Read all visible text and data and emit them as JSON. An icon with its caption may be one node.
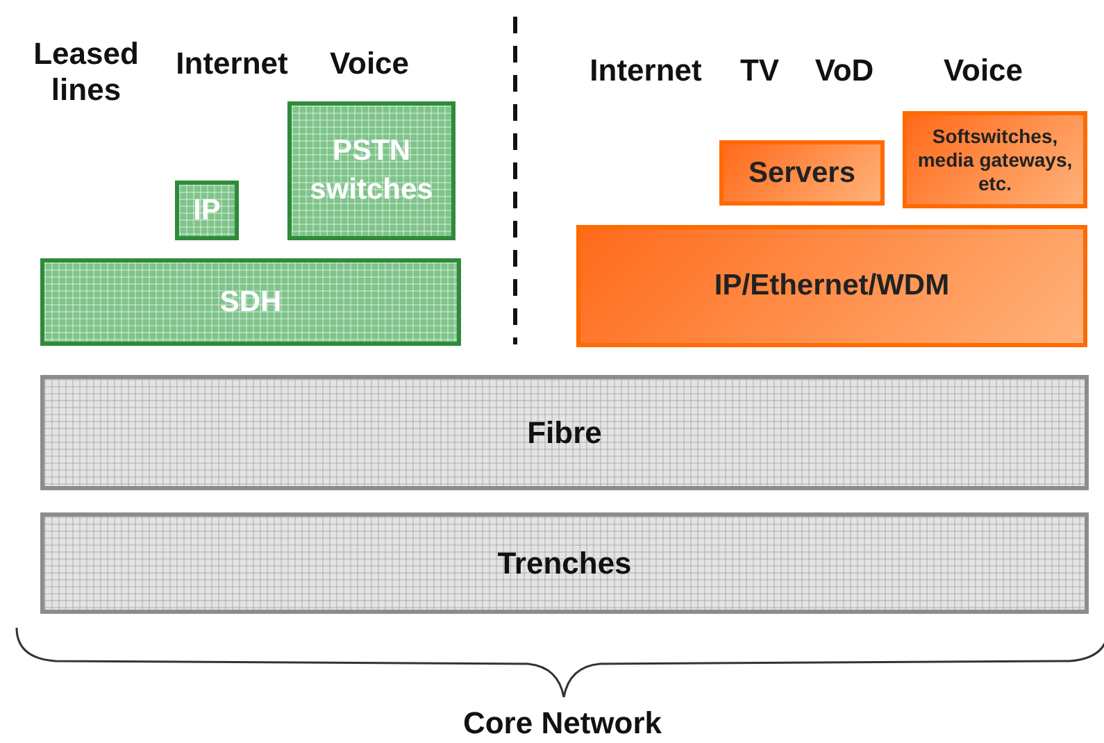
{
  "diagram": {
    "nodes": [
      {
        "text": [
          "IP"
        ]
      },
      {
        "text": [
          "PSTN switches"
        ]
      },
      {
        "text": [
          "SDH"
        ]
      },
      {
        "text": [
          "Servers"
        ]
      },
      {
        "text": [
          "Softswitches, media gateways, etc."
        ]
      },
      {
        "text": [
          "IP/Ethernet/WDM"
        ]
      },
      {
        "text": [
          "Fibre"
        ]
      },
      {
        "text": [
          "Trenches"
        ]
      }
    ],
    "edges": [],
    "labels": [
      "Leased lines",
      "Internet",
      "Voice",
      "Internet",
      "TV",
      "VoD",
      "Voice",
      "Core Network"
    ]
  }
}
